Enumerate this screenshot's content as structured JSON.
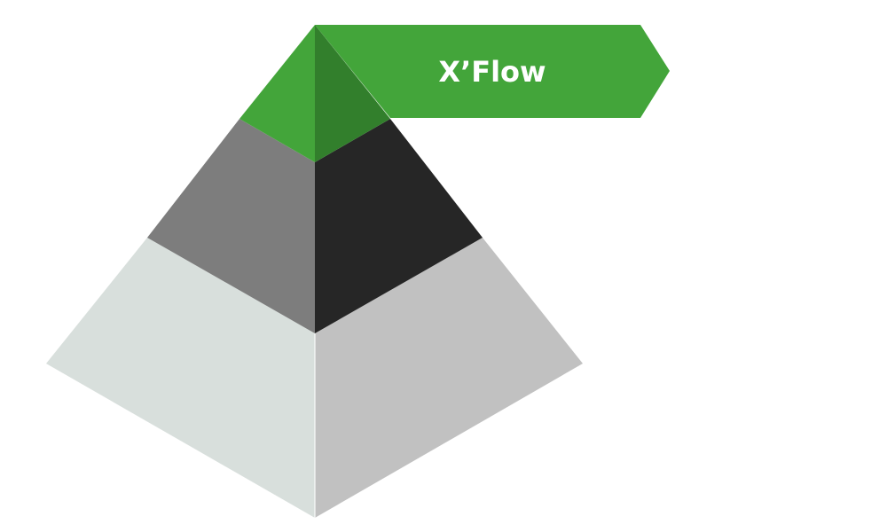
{
  "diagram": {
    "type": "pyramid",
    "flag_label": "X’Flow",
    "tiers": [
      {
        "name": "top",
        "left_face_color": "#43a53a",
        "right_face_color": "#327f2c"
      },
      {
        "name": "middle",
        "left_face_color": "#7d7d7d",
        "right_face_color": "#262626"
      },
      {
        "name": "bottom",
        "left_face_color": "#d8dfdc",
        "right_face_color": "#c1c1c1"
      }
    ],
    "flag_color": "#43a53a"
  }
}
